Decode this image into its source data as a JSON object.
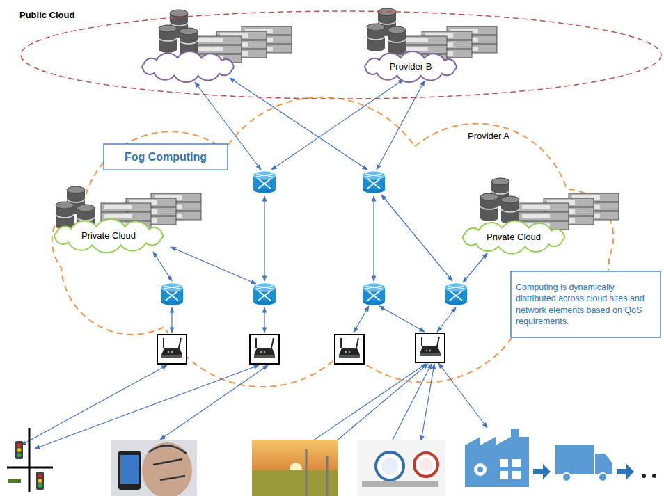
{
  "diagram": {
    "nodes": [
      {
        "text": [
          "Public Cloud"
        ]
      },
      {
        "text": [
          "Provider A"
        ],
        "in": 0
      },
      {
        "text": [
          "Provider B"
        ],
        "in": 0
      },
      {
        "text": [
          "Fog Computing"
        ]
      },
      {
        "text": [
          "Private Cloud"
        ]
      },
      {
        "text": [
          "Private Cloud"
        ]
      },
      {
        "text": [
          "Computing is dynamically distributed across cloud sites and network elements based on QoS requirements."
        ]
      }
    ]
  }
}
